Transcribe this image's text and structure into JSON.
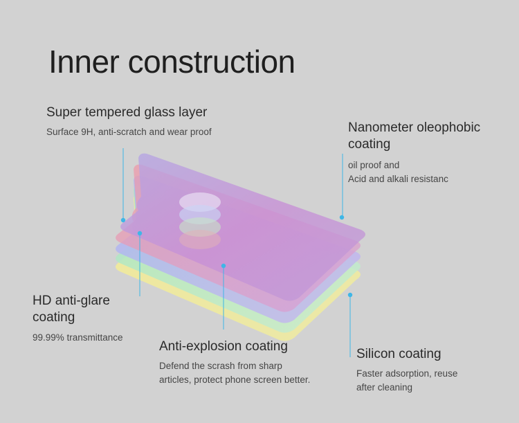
{
  "title": "Inner construction",
  "callouts": {
    "glass": {
      "heading": "Super tempered glass layer",
      "lines": [
        "Surface 9H, anti-scratch and wear proof"
      ]
    },
    "nano": {
      "heading_lines": [
        "Nanometer oleophobic",
        "coating"
      ],
      "lines": [
        "oil proof and",
        "Acid and alkali resistanc"
      ]
    },
    "hd": {
      "heading_lines": [
        "HD anti-glare",
        "coating"
      ],
      "lines": [
        "99.99% transmittance"
      ]
    },
    "explosion": {
      "heading": "Anti-explosion coating",
      "lines": [
        "Defend the scrash from sharp",
        "articles, protect phone screen better."
      ]
    },
    "silicon": {
      "heading": "Silicon coating",
      "lines": [
        "Faster adsorption, reuse",
        "after cleaning"
      ]
    }
  },
  "colors": {
    "background": "#d2d2d2",
    "leader_line": "#3fb6e6",
    "layer_yellow": "#f0e89a",
    "layer_green": "#b8e6b0",
    "layer_blue": "#b9c3f2",
    "layer_pink": "#e6a6c2",
    "layer_purple": "#b49ad8"
  }
}
